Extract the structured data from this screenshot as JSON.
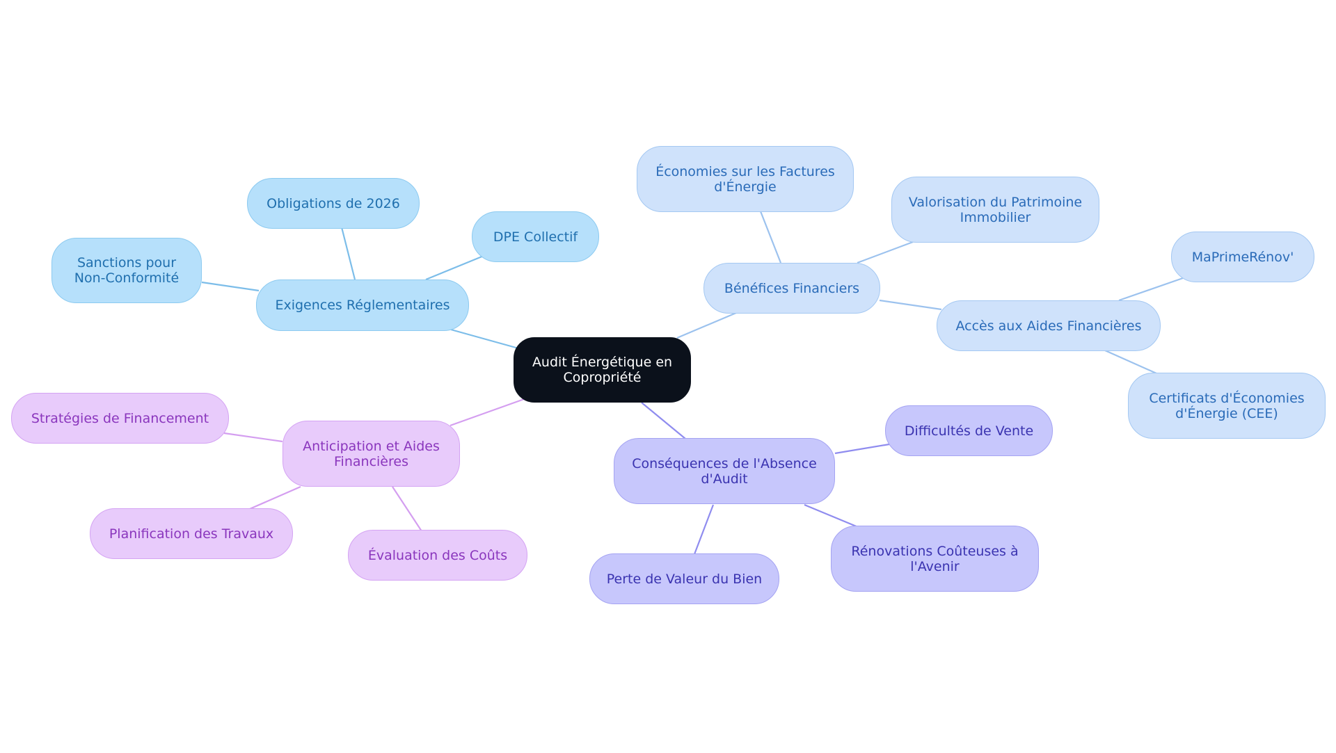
{
  "root": {
    "label": "Audit Énergétique en\nCopropriété"
  },
  "colors": {
    "root_bg": "#0b111b",
    "reglementaire": "#b6e0fb",
    "financier": "#cfe2fb",
    "consequences": "#c7c7fc",
    "anticipation": "#e8cbfb"
  },
  "branches": {
    "exigences": {
      "label": "Exigences Réglementaires",
      "children": [
        "Obligations de 2026",
        "DPE Collectif",
        "Sanctions pour\nNon-Conformité"
      ]
    },
    "benefices": {
      "label": "Bénéfices Financiers",
      "children": [
        "Économies sur les Factures\nd'Énergie",
        "Valorisation du Patrimoine\nImmobilier"
      ],
      "sub": {
        "label": "Accès aux Aides Financières",
        "children": [
          "MaPrimeRénov'",
          "Certificats d'Économies\nd'Énergie (CEE)"
        ]
      }
    },
    "consequences": {
      "label": "Conséquences de l'Absence\nd'Audit",
      "children": [
        "Difficultés de Vente",
        "Rénovations Coûteuses à\nl'Avenir",
        "Perte de Valeur du Bien"
      ]
    },
    "anticipation": {
      "label": "Anticipation et Aides\nFinancières",
      "children": [
        "Stratégies de Financement",
        "Planification des Travaux",
        "Évaluation des Coûts"
      ]
    }
  }
}
